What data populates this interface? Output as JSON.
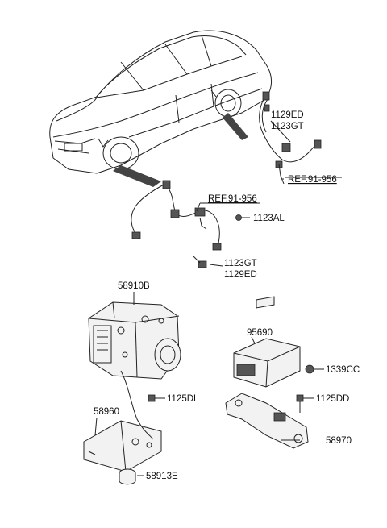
{
  "diagram": {
    "labels": {
      "p1129ED_top": "1129ED",
      "p1123GT_top": "1123GT",
      "ref_right": "REF.91-956",
      "ref_mid": "REF.91-956",
      "p1123AL": "1123AL",
      "p1123GT_mid": "1123GT",
      "p1129ED_mid": "1129ED",
      "p58910B": "58910B",
      "p95690": "95690",
      "p1339CC": "1339CC",
      "p1125DL": "1125DL",
      "p1125DD": "1125DD",
      "p58960": "58960",
      "p58970": "58970",
      "p58913E": "58913E"
    }
  }
}
